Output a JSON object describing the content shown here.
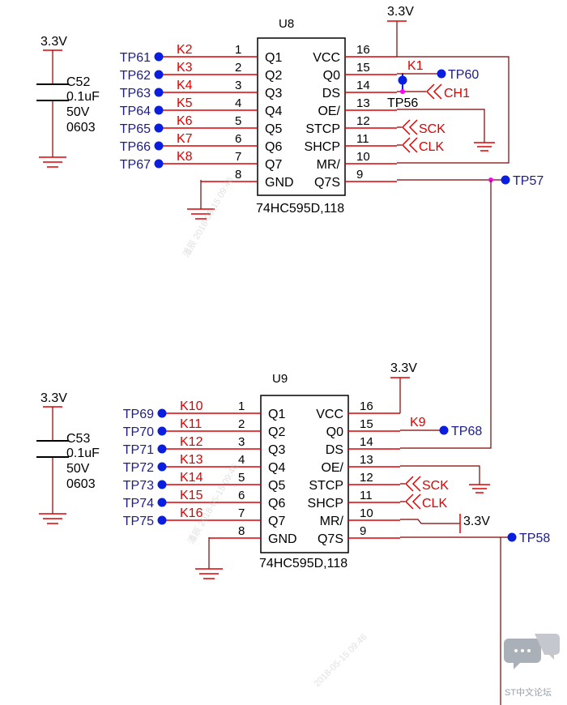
{
  "supply_label": "3.3V",
  "chips": [
    {
      "ref": "U8",
      "part": "74HC595D,118",
      "left_pins": [
        {
          "num": "1",
          "name": "Q1",
          "net": "K2",
          "tp": "TP61"
        },
        {
          "num": "2",
          "name": "Q2",
          "net": "K3",
          "tp": "TP62"
        },
        {
          "num": "3",
          "name": "Q3",
          "net": "K4",
          "tp": "TP63"
        },
        {
          "num": "4",
          "name": "Q4",
          "net": "K5",
          "tp": "TP64"
        },
        {
          "num": "5",
          "name": "Q5",
          "net": "K6",
          "tp": "TP65"
        },
        {
          "num": "6",
          "name": "Q6",
          "net": "K7",
          "tp": "TP66"
        },
        {
          "num": "7",
          "name": "Q7",
          "net": "K8",
          "tp": "TP67"
        },
        {
          "num": "8",
          "name": "GND",
          "net": "",
          "tp": ""
        }
      ],
      "right_pins": [
        {
          "num": "16",
          "name": "VCC"
        },
        {
          "num": "15",
          "name": "Q0"
        },
        {
          "num": "14",
          "name": "DS"
        },
        {
          "num": "13",
          "name": "OE/"
        },
        {
          "num": "12",
          "name": "STCP"
        },
        {
          "num": "11",
          "name": "SHCP"
        },
        {
          "num": "10",
          "name": "MR/"
        },
        {
          "num": "9",
          "name": "Q7S"
        }
      ],
      "q0_net": "K1",
      "q0_tp": "TP60",
      "ds_tp": "TP56",
      "ds_port": "CH1",
      "stcp_port": "SCK",
      "shcp_port": "CLK",
      "q7s_tp": "TP57"
    },
    {
      "ref": "U9",
      "part": "74HC595D,118",
      "left_pins": [
        {
          "num": "1",
          "name": "Q1",
          "net": "K10",
          "tp": "TP69"
        },
        {
          "num": "2",
          "name": "Q2",
          "net": "K11",
          "tp": "TP70"
        },
        {
          "num": "3",
          "name": "Q3",
          "net": "K12",
          "tp": "TP71"
        },
        {
          "num": "4",
          "name": "Q4",
          "net": "K13",
          "tp": "TP72"
        },
        {
          "num": "5",
          "name": "Q5",
          "net": "K14",
          "tp": "TP73"
        },
        {
          "num": "6",
          "name": "Q6",
          "net": "K15",
          "tp": "TP74"
        },
        {
          "num": "7",
          "name": "Q7",
          "net": "K16",
          "tp": "TP75"
        },
        {
          "num": "8",
          "name": "GND",
          "net": "",
          "tp": ""
        }
      ],
      "right_pins": [
        {
          "num": "16",
          "name": "VCC"
        },
        {
          "num": "15",
          "name": "Q0"
        },
        {
          "num": "14",
          "name": "DS"
        },
        {
          "num": "13",
          "name": "OE/"
        },
        {
          "num": "12",
          "name": "STCP"
        },
        {
          "num": "11",
          "name": "SHCP"
        },
        {
          "num": "10",
          "name": "MR/"
        },
        {
          "num": "9",
          "name": "Q7S"
        }
      ],
      "q0_net": "K9",
      "q0_tp": "TP68",
      "stcp_port": "SCK",
      "shcp_port": "CLK",
      "mr_supply": "3.3V",
      "q7s_tp": "TP58"
    }
  ],
  "capacitors": [
    {
      "ref": "C52",
      "value": "0.1uF",
      "voltage": "50V",
      "package": "0603",
      "supply": "3.3V"
    },
    {
      "ref": "C53",
      "value": "0.1uF",
      "voltage": "50V",
      "package": "0603",
      "supply": "3.3V"
    }
  ],
  "watermarks": [
    "潘辰 2018-05-15 09:46",
    "2018-05-15 09:46"
  ],
  "forum_badge": "ST中文论坛",
  "colors": {
    "body": "#000000",
    "pin_wire": "#e00000",
    "wire": "#800000",
    "tp_dot": "#0a1ee0",
    "tp_text": "#1c1c8c",
    "net_text": "#e00000",
    "junction": "#ff00ff"
  }
}
